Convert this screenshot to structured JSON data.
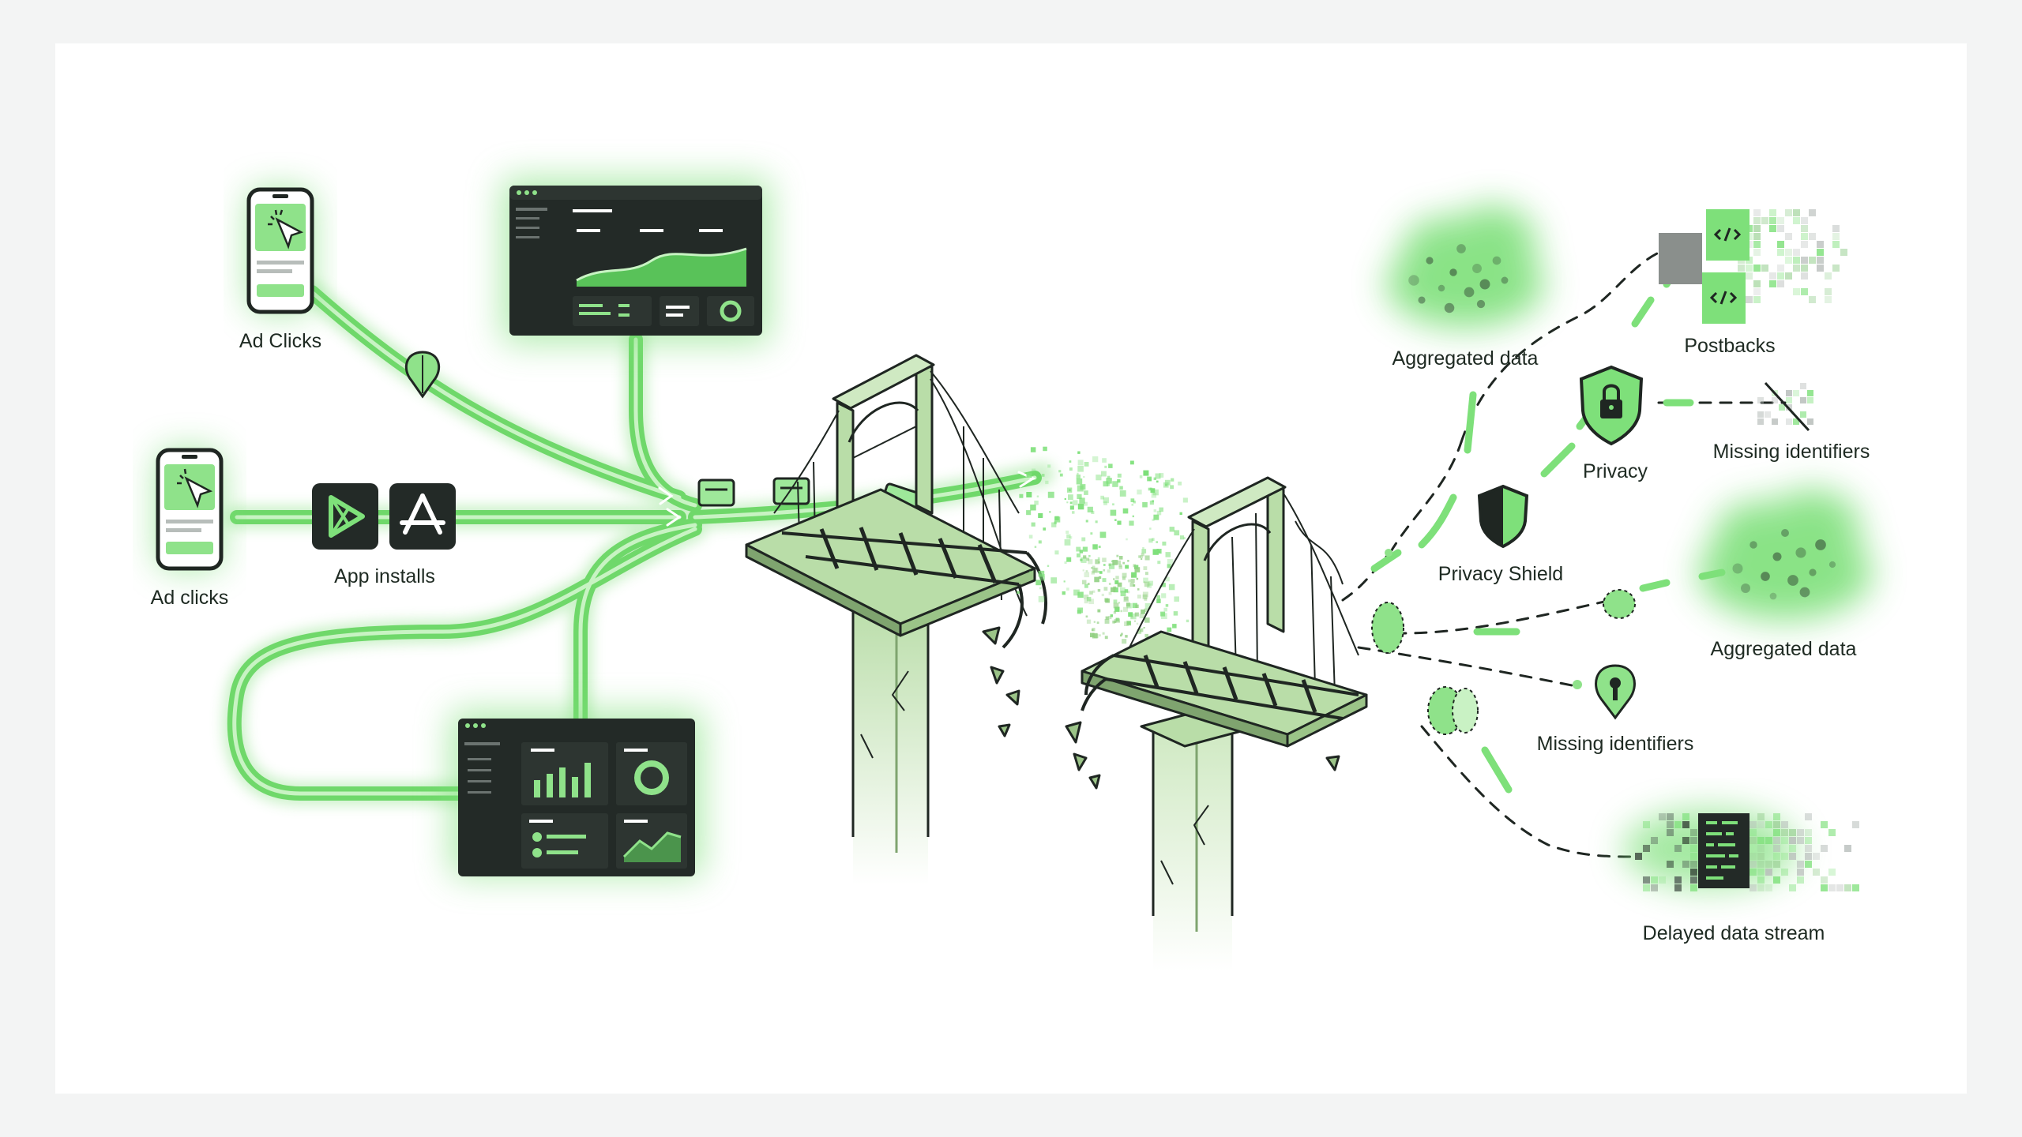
{
  "colors": {
    "accent": "#5fd35f",
    "accent_light": "#9ee89a",
    "accent_soft": "#c9f2c4",
    "dark": "#232a27",
    "bridge": "#b9dda8",
    "bridge_dark": "#7fa46f",
    "stroke": "#1f2622",
    "background": "#f3f4f4",
    "panel": "#ffffff"
  },
  "labels": {
    "ad_clicks_top": "Ad Clicks",
    "ad_clicks_left": "Ad clicks",
    "app_installs": "App installs",
    "aggregated_data_top": "Aggregated data",
    "postbacks": "Postbacks",
    "privacy": "Privacy",
    "missing_identifiers_top": "Missing identifiers",
    "privacy_shield": "Privacy Shield",
    "aggregated_data_right": "Aggregated data",
    "missing_identifiers_bottom": "Missing identifiers",
    "delayed_data_stream": "Delayed data stream"
  },
  "icons": {
    "phone_top": "phone-cursor-icon",
    "phone_left": "phone-cursor-icon",
    "play_store": "play-store-icon",
    "app_store": "app-store-icon",
    "lock": "lock-shield-icon",
    "shield": "shield-icon",
    "keyhole": "keyhole-pin-icon",
    "location": "location-pin-icon",
    "code_files": "code-file-icon"
  }
}
